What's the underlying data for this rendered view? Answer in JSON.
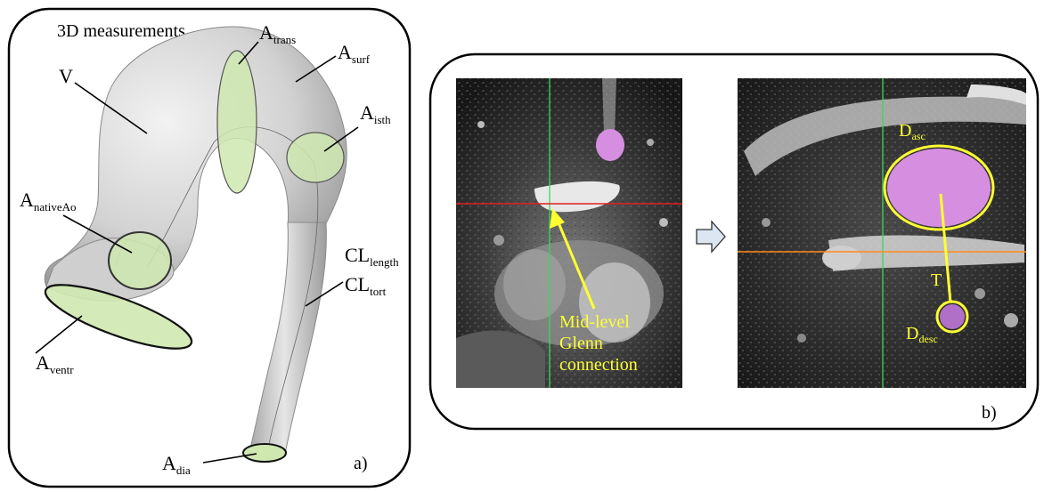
{
  "panel_a": {
    "title": "3D measurements",
    "label_V": "V",
    "label_trans": {
      "main": "A",
      "sub": "trans"
    },
    "label_surf": {
      "main": "A",
      "sub": "surf"
    },
    "label_isth": {
      "main": "A",
      "sub": "isth"
    },
    "label_nativeAo": {
      "main": "A",
      "sub": "nativeAo"
    },
    "label_ventr": {
      "main": "A",
      "sub": "ventr"
    },
    "label_cl_length": {
      "main": "CL",
      "sub": "length"
    },
    "label_cl_tort": {
      "main": "CL",
      "sub": "tort"
    },
    "label_dia": {
      "main": "A",
      "sub": "dia"
    },
    "panel_letter": "a)"
  },
  "panel_b": {
    "glenn_label": [
      "Mid-level",
      "Glenn",
      "connection"
    ],
    "label_asc": {
      "main": "D",
      "sub": "asc"
    },
    "label_T": "T",
    "label_desc": {
      "main": "D",
      "sub": "desc"
    },
    "panel_letter": "b)"
  },
  "colors": {
    "mesh": "#cfcfcf",
    "cut_plane": "#cfe8b0",
    "segmentation": "#d68fe0",
    "annotation": "#ffff33",
    "crosshair_vertical": "#3bd65a",
    "crosshair_red": "#e02020",
    "crosshair_orange": "#ff8c1a"
  }
}
